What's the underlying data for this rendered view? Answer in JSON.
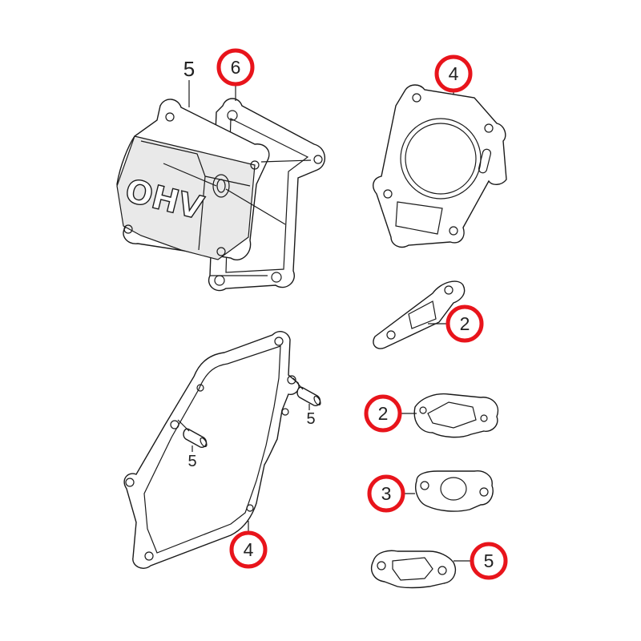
{
  "diagram": {
    "cover_text": "OHV",
    "labels": {
      "cover": "5",
      "dowel_pin_upper": "5",
      "dowel_pin_lower": "5"
    },
    "callouts": {
      "cover_gasket": "6",
      "head_gasket": "4",
      "manifold_gasket": "2",
      "carburetor_gasket": "2",
      "insulator_gasket": "3",
      "crankcase_gasket": "4",
      "muffler_gasket": "5"
    },
    "colors": {
      "callout_ring": "#e8141b",
      "line": "#1a1a1a",
      "background": "#ffffff"
    }
  }
}
